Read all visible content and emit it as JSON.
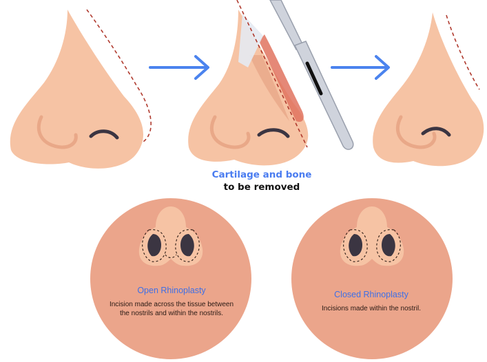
{
  "colors": {
    "skin": "#f6c3a4",
    "skin_shade": "#e9a888",
    "skin_dark": "#d98f72",
    "circle": "#eba58b",
    "dashed_line": "#b03a2e",
    "arrow": "#4b83ee",
    "nostril": "#3b3542",
    "scalpel": "#cfd3dc",
    "tissue_red": "#e0735f",
    "caption_blue": "#4a7cf0"
  },
  "caption": {
    "title": "Cartilage and bone",
    "subtitle": "to be removed"
  },
  "open": {
    "title": "Open Rhinoplasty",
    "description": "Incision made across the tissue between the nostrils and within the nostrils."
  },
  "closed": {
    "title": "Closed Rhinoplasty",
    "description": "Incisions made within the nostril."
  },
  "icons": [
    "arrow-right-icon",
    "arrow-right-icon",
    "scalpel-icon"
  ]
}
